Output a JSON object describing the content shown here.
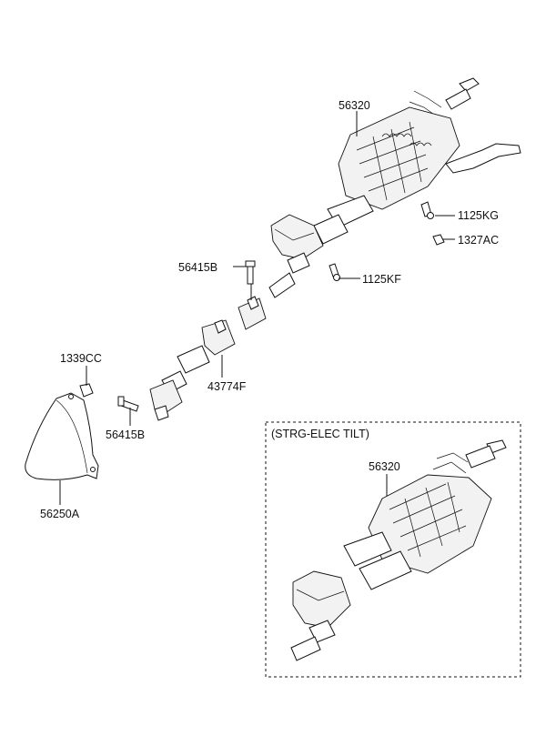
{
  "labels": {
    "column_main": "56320",
    "bolt_kg": "1125KG",
    "nut_ac": "1327AC",
    "bolt_kf": "1125KF",
    "bolt_upper": "56415B",
    "joint": "43774F",
    "bolt_lower": "56415B",
    "clip": "1339CC",
    "cover": "56250A",
    "inset_title": "(STRG-ELEC TILT)",
    "column_inset": "56320"
  }
}
